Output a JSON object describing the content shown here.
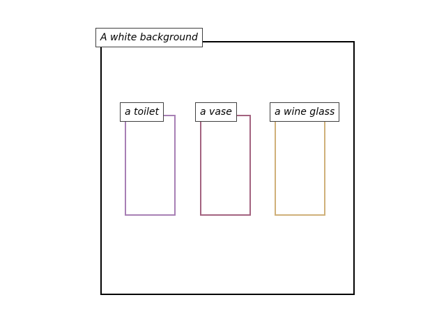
{
  "background": {
    "label": "A white background",
    "border_color": "#000000"
  },
  "objects": [
    {
      "label": "a toilet",
      "color": "#a77fb4"
    },
    {
      "label": "a vase",
      "color": "#a3627f"
    },
    {
      "label": "a wine glass",
      "color": "#cfb079"
    }
  ]
}
